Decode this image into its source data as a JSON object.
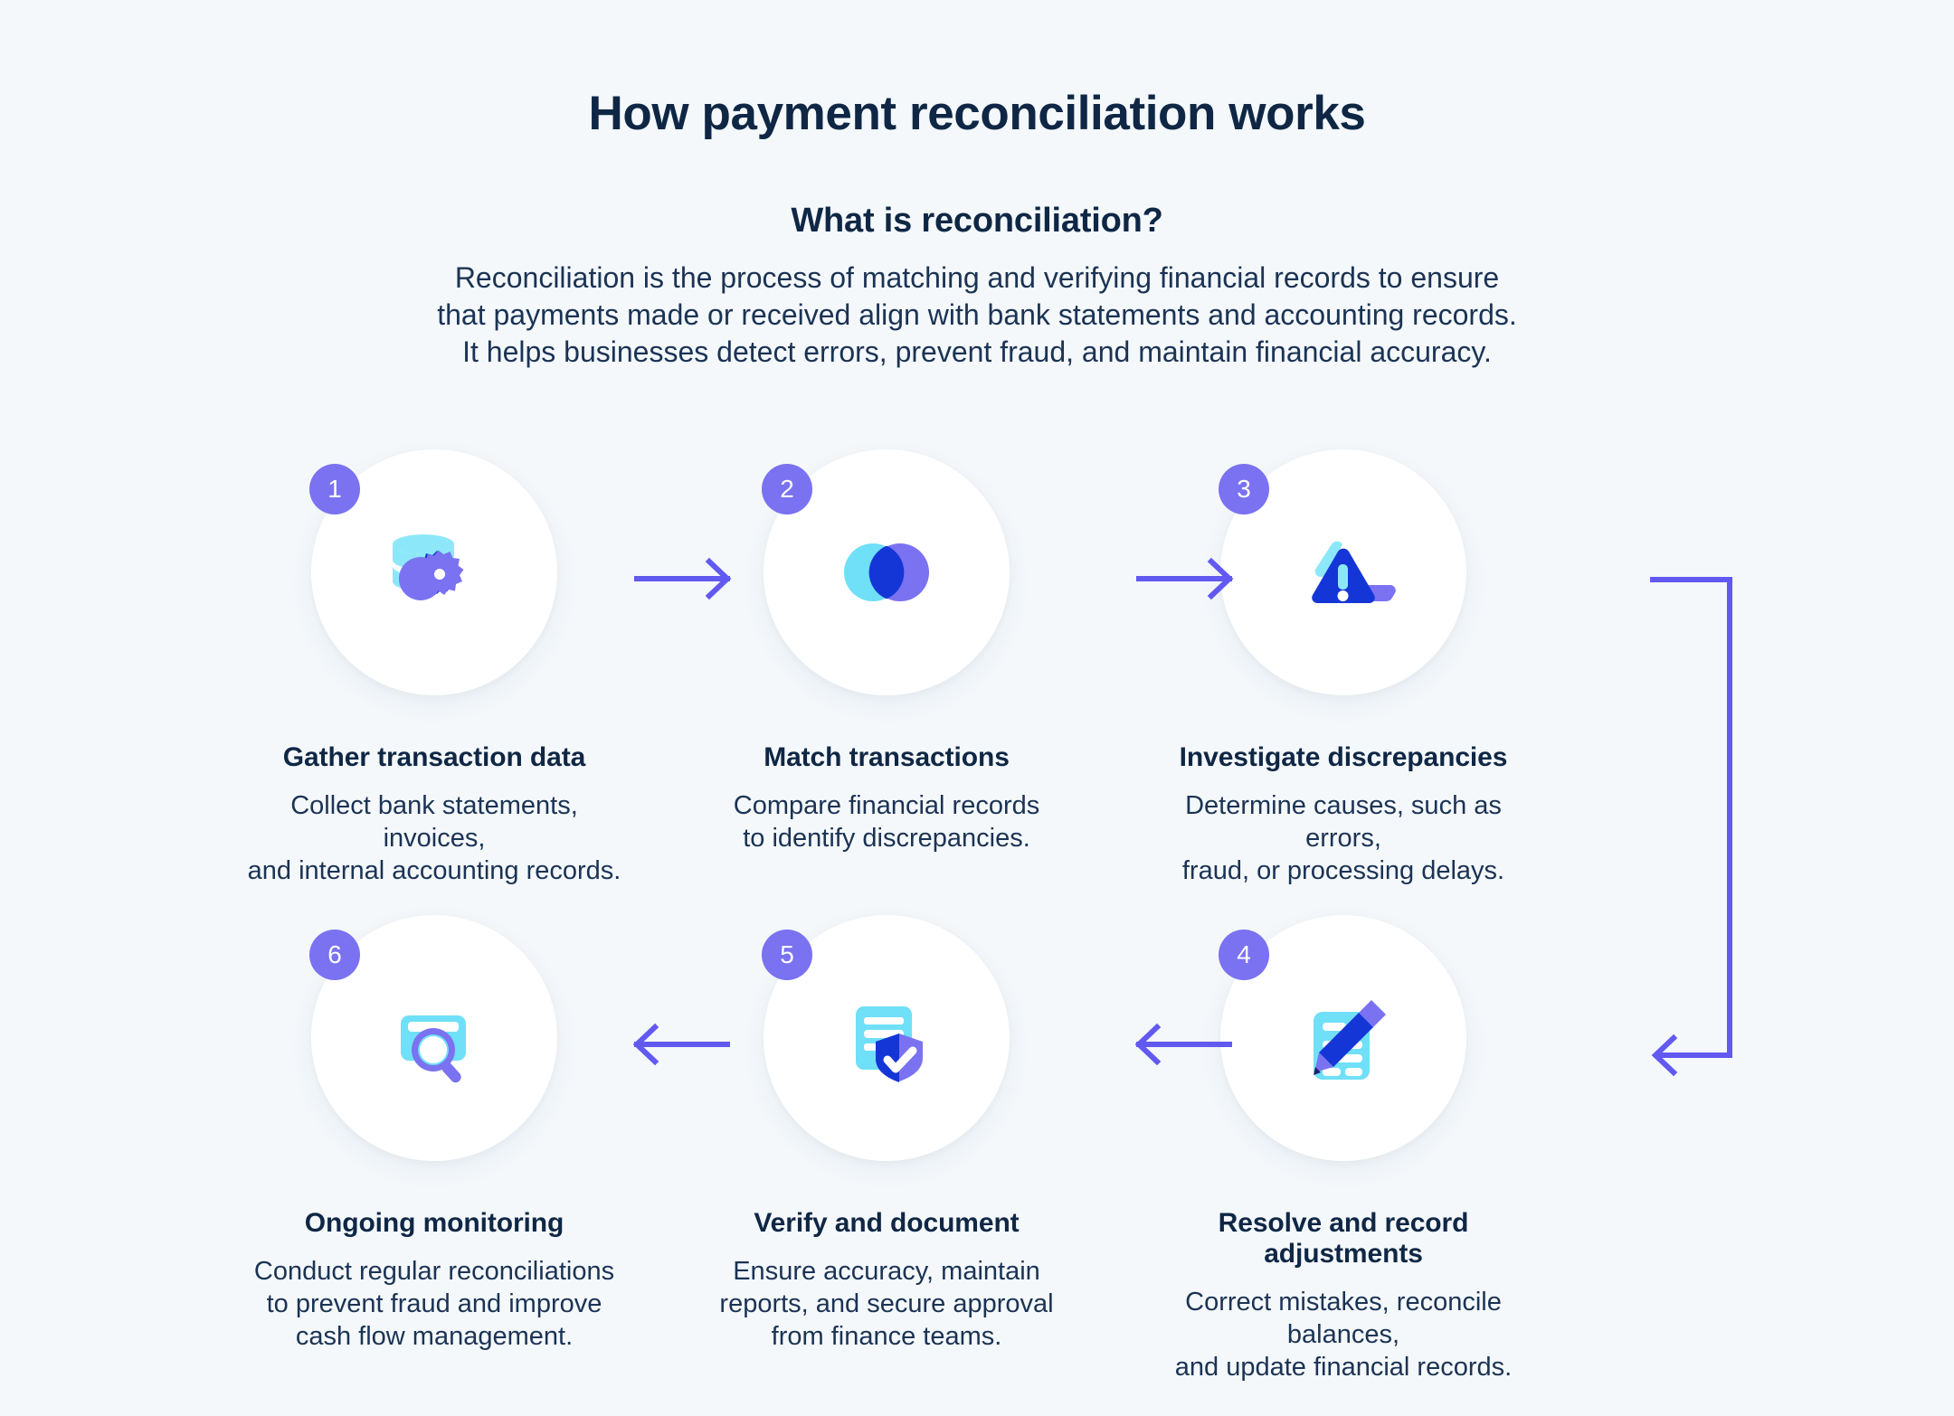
{
  "colors": {
    "background": "#f4f8fb",
    "text_dark": "#0f2745",
    "badge_purple": "#7a72f0",
    "arrow_purple": "#6159f0",
    "icon_cyan": "#6fe0f7",
    "icon_light_cyan": "#8ce8f9",
    "icon_blue": "#1536d6",
    "icon_violet": "#7a72f0"
  },
  "header": {
    "title": "How payment reconciliation works",
    "section_title": "What is reconciliation?",
    "intro_lines": [
      "Reconciliation is the process of matching and verifying financial records to ensure",
      "that payments made or received align with bank statements and accounting records.",
      "It helps businesses detect errors, prevent fraud, and maintain financial accuracy."
    ]
  },
  "steps": [
    {
      "number": "1",
      "icon": "database-gear-icon",
      "title": "Gather transaction data",
      "desc_lines": [
        "Collect bank statements, invoices,",
        "and internal accounting records."
      ]
    },
    {
      "number": "2",
      "icon": "venn-overlap-icon",
      "title": "Match transactions",
      "desc_lines": [
        "Compare financial records",
        "to identify discrepancies."
      ]
    },
    {
      "number": "3",
      "icon": "warning-triangle-icon",
      "title": "Investigate discrepancies",
      "desc_lines": [
        "Determine causes, such as errors,",
        "fraud, or processing delays."
      ]
    },
    {
      "number": "4",
      "icon": "document-pencil-icon",
      "title": "Resolve and record adjustments",
      "desc_lines": [
        "Correct mistakes, reconcile balances,",
        "and update financial records."
      ]
    },
    {
      "number": "5",
      "icon": "document-shield-check-icon",
      "title": "Verify and document",
      "desc_lines": [
        "Ensure accuracy, maintain",
        "reports, and secure approval",
        "from finance teams."
      ]
    },
    {
      "number": "6",
      "icon": "card-magnifier-icon",
      "title": "Ongoing monitoring",
      "desc_lines": [
        "Conduct regular reconciliations",
        "to prevent fraud and improve",
        "cash flow management."
      ]
    }
  ],
  "connectors": [
    {
      "name": "arrow-step1-to-step2",
      "direction": "right"
    },
    {
      "name": "arrow-step2-to-step3",
      "direction": "right"
    },
    {
      "name": "arrow-step5-to-step6",
      "direction": "left"
    },
    {
      "name": "arrow-step4-to-step5",
      "direction": "left"
    },
    {
      "name": "elbow-step3-to-step4",
      "direction": "down-left"
    }
  ]
}
